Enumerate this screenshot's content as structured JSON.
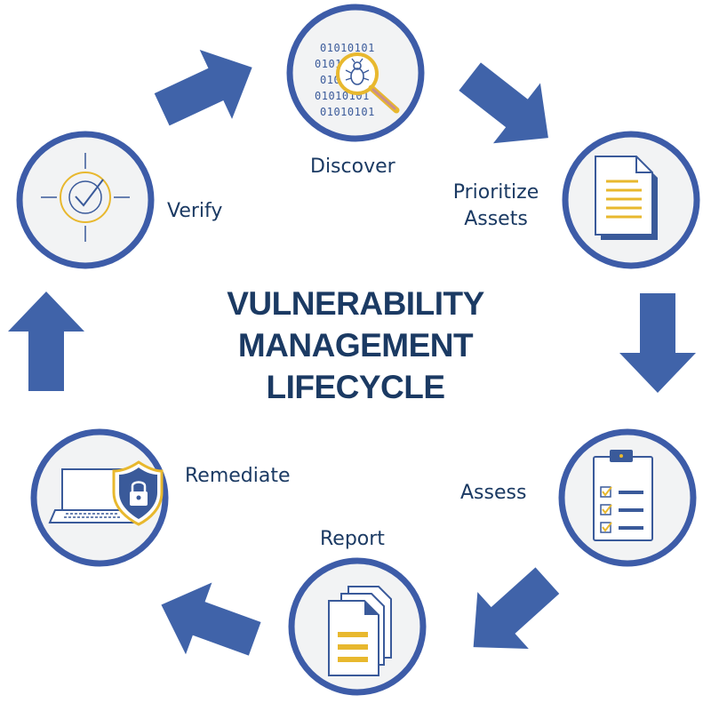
{
  "title": {
    "line1": "VULNERABILITY",
    "line2": "MANAGEMENT",
    "line3": "LIFECYCLE"
  },
  "stages": {
    "discover": {
      "label": "Discover",
      "icon": "magnifier-bug-icon",
      "binary": [
        "01010101",
        "01010101",
        "01010101",
        "01010101",
        "01010101"
      ]
    },
    "prioritize": {
      "label_line1": "Prioritize",
      "label_line2": "Assets",
      "icon": "document-icon"
    },
    "assess": {
      "label": "Assess",
      "icon": "clipboard-checklist-icon"
    },
    "report": {
      "label": "Report",
      "icon": "stacked-documents-icon"
    },
    "remediate": {
      "label": "Remediate",
      "icon": "laptop-shield-lock-icon"
    },
    "verify": {
      "label": "Verify",
      "icon": "target-check-icon"
    }
  },
  "colors": {
    "navy": "#1b3a63",
    "arrow_blue": "#4063a9",
    "circle_border": "#3d5ca8",
    "circle_fill": "#f2f3f4",
    "accent_yellow": "#e8b82e",
    "icon_line": "#3a5a9a"
  }
}
